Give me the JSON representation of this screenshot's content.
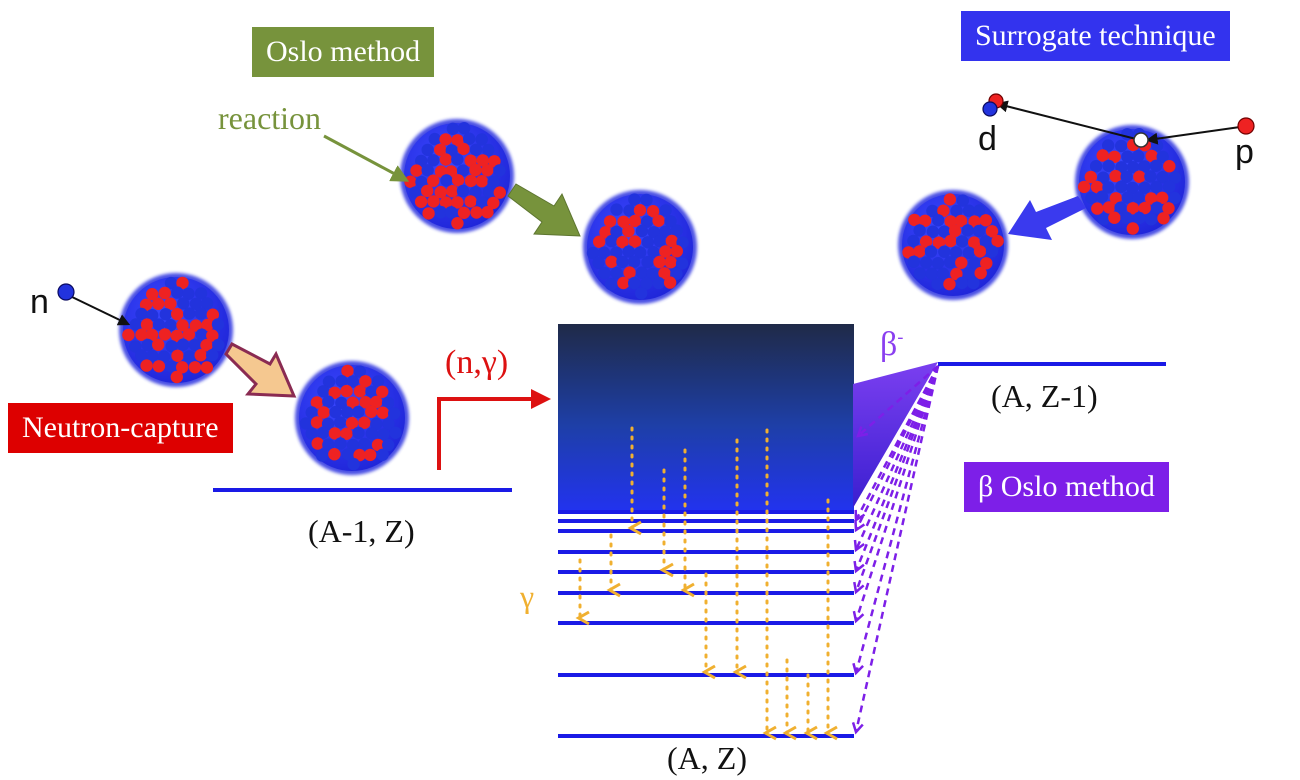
{
  "labels": {
    "oslo_method": "Oslo method",
    "surrogate_technique": "Surrogate technique",
    "reaction": "reaction",
    "neutron_capture": "Neutron-capture",
    "beta_oslo_method": "β Oslo method",
    "n_gamma": "(n,γ)",
    "beta_minus_base": "β",
    "beta_minus_sup": "-",
    "gamma": "γ",
    "nucleus_a1z": "(A-1, Z)",
    "nucleus_az1": "(A, Z-1)",
    "nucleus_az": "(A, Z)",
    "particle_n": "n",
    "particle_d": "d",
    "particle_p": "p"
  },
  "colors": {
    "oslo_green": "#77933c",
    "surrogate_blue": "#3333ee",
    "neutron_red": "#dd0000",
    "beta_violet": "#7d1fe8",
    "level_blue": "#1a1ae6",
    "gamma_orange": "#f0b030",
    "proton_red": "#ee2222",
    "neutron_blue": "#2233dd"
  },
  "icons": [
    "nucleus-icon",
    "arrow-icon",
    "particle-dot-icon"
  ]
}
